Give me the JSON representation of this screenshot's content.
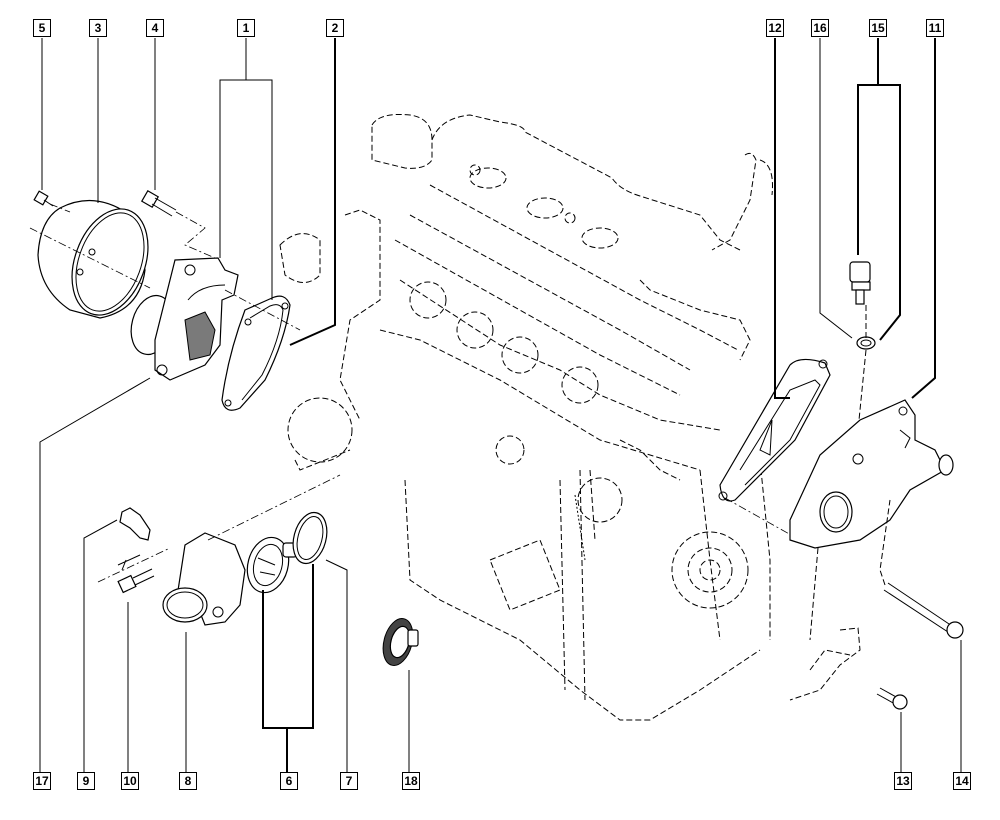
{
  "diagram": {
    "title": "Engine cooling system exploded view",
    "callouts_top": [
      {
        "id": "c5",
        "label": "5",
        "part": "water-pump-pulley-bolt"
      },
      {
        "id": "c3",
        "label": "3",
        "part": "water-pump-pulley"
      },
      {
        "id": "c4",
        "label": "4",
        "part": "water-pump-bolt"
      },
      {
        "id": "c1",
        "label": "1",
        "part": "water-pump-assembly"
      },
      {
        "id": "c2",
        "label": "2",
        "part": "water-pump-gasket"
      },
      {
        "id": "c12",
        "label": "12",
        "part": "water-outlet-gasket"
      },
      {
        "id": "c16",
        "label": "16",
        "part": "sensor-seal-ring"
      },
      {
        "id": "c15",
        "label": "15",
        "part": "coolant-temperature-sensor"
      },
      {
        "id": "c11",
        "label": "11",
        "part": "water-outlet-housing"
      }
    ],
    "callouts_bottom": [
      {
        "id": "c17",
        "label": "17",
        "part": "water-pump-body"
      },
      {
        "id": "c9",
        "label": "9",
        "part": "hose-clip-bracket"
      },
      {
        "id": "c10",
        "label": "10",
        "part": "thermostat-cover-bolt"
      },
      {
        "id": "c8",
        "label": "8",
        "part": "thermostat-cover"
      },
      {
        "id": "c6",
        "label": "6",
        "part": "thermostat-assembly"
      },
      {
        "id": "c7",
        "label": "7",
        "part": "thermostat-o-ring"
      },
      {
        "id": "c18",
        "label": "18",
        "part": "thermostat-alternate"
      },
      {
        "id": "c13",
        "label": "13",
        "part": "bracket-bolt"
      },
      {
        "id": "c14",
        "label": "14",
        "part": "outlet-housing-long-bolt"
      }
    ]
  }
}
